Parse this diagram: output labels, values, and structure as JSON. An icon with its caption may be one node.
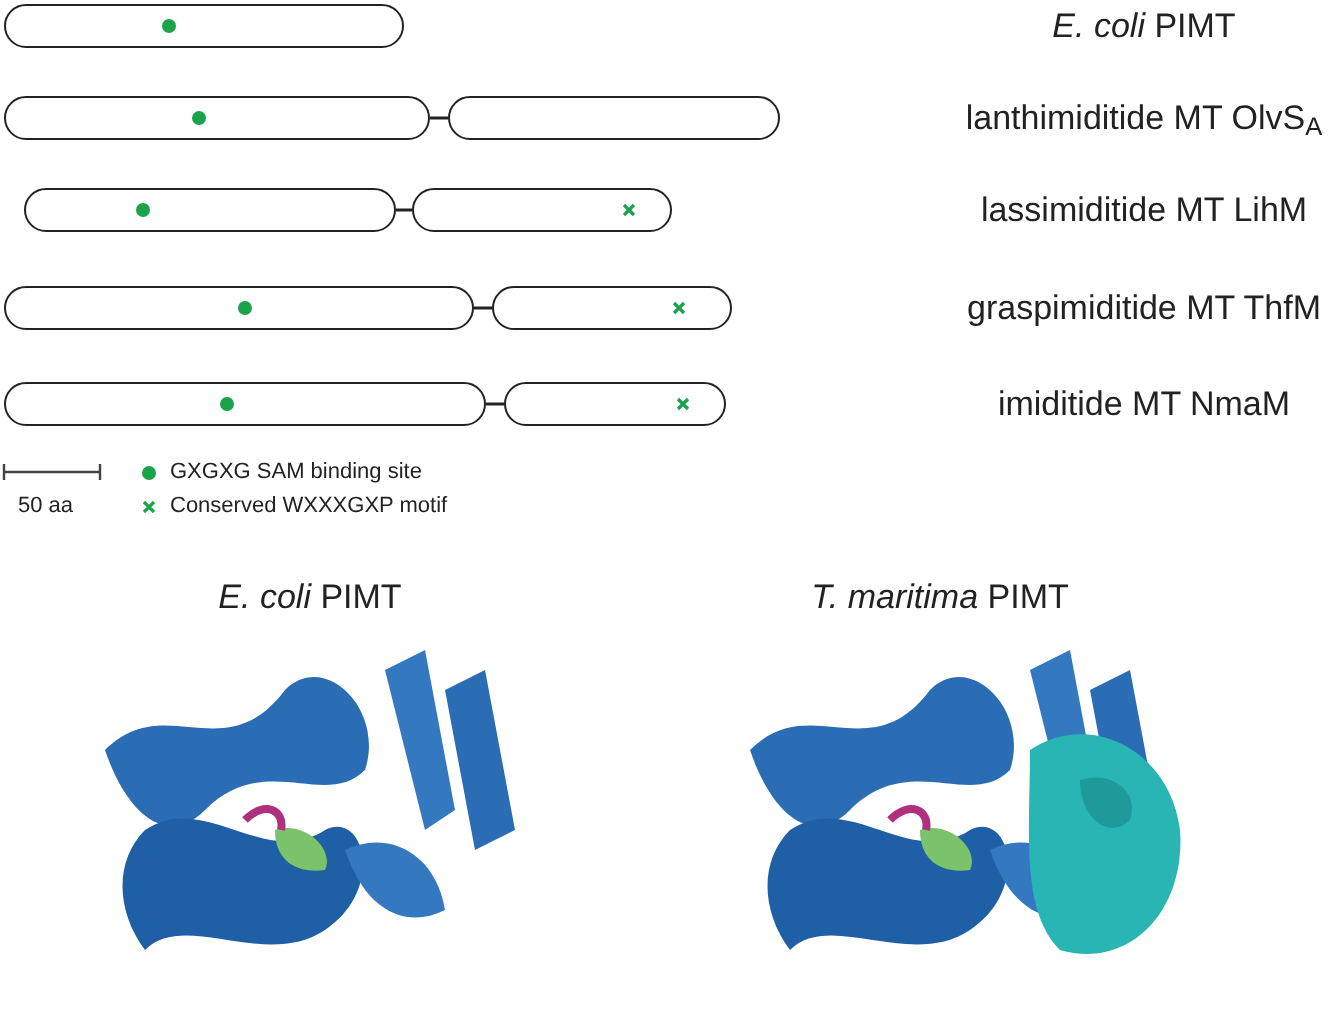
{
  "diagram": {
    "nodes": [
      {
        "text": [],
        "shape": "box"
      },
      {
        "text": [],
        "shape": "box"
      },
      {
        "text": [],
        "shape": "box"
      },
      {
        "text": [],
        "shape": "box"
      },
      {
        "text": [],
        "shape": "box"
      },
      {
        "text": [],
        "shape": "box"
      },
      {
        "text": [],
        "shape": "box"
      },
      {
        "text": [],
        "shape": "box"
      },
      {
        "text": [],
        "shape": "box"
      }
    ],
    "edges": [
      {
        "from": 1,
        "to": 2,
        "arrow": "none"
      },
      {
        "from": 3,
        "to": 4,
        "arrow": "none"
      },
      {
        "from": 5,
        "to": 6,
        "arrow": "none"
      },
      {
        "from": 7,
        "to": 8,
        "arrow": "none"
      }
    ],
    "labels": [
      "*E. coli* PIMT",
      "lanthimiditide MT OlvS$_{A}$",
      "lassimiditide MT LihM",
      "graspimiditide MT ThfM",
      "imiditide MT NmaM",
      "50 aa",
      "*E. coli* PIMT",
      "*T. maritima* PIMT"
    ],
    "legend": [
      {
        "text": "GXGXG SAM binding site"
      },
      {
        "text": "Conserved WXXXGXP motif"
      }
    ]
  }
}
